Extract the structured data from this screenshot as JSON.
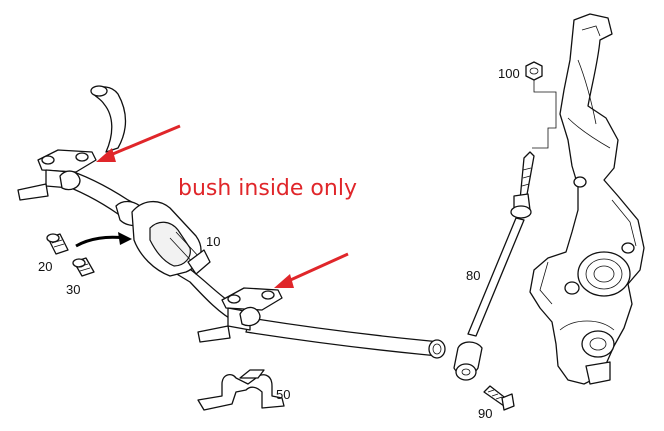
{
  "annotation": {
    "text": "bush inside only",
    "color": "#e0262a"
  },
  "labels": {
    "p10": "10",
    "p20": "20",
    "p30": "30",
    "p50": "50",
    "p80": "80",
    "p90": "90",
    "p100": "100"
  },
  "icons": [
    "arrow-left-down",
    "arrow-right-curved"
  ]
}
